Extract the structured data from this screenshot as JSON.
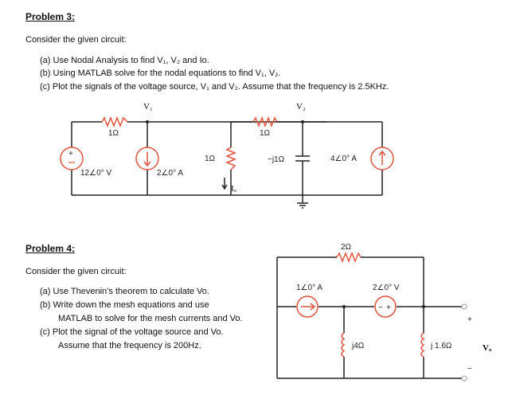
{
  "problem3": {
    "title": "Problem 3:",
    "intro": "Consider the given circuit:",
    "parts": [
      "(a)  Use Nodal Analysis to find V₁, V₂ and Io.",
      "(b)  Using MATLAB solve for the nodal equations to find V₁, V₂.",
      "(c)  Plot the signals of the voltage source, V₁ and V₂. Assume that the frequency is 2.5KHz."
    ],
    "circuit": {
      "node1": "V₁",
      "node2": "V₂",
      "r_top_left": "1Ω",
      "r_top_right": "1Ω",
      "r_mid": "1Ω",
      "capacitor": "−j1Ω",
      "vsource": "12∠0° V",
      "isource_left": "2∠0° A",
      "isource_right": "4∠0° A",
      "current": "Iₒ"
    }
  },
  "problem4": {
    "title": "Problem 4:",
    "intro": "Consider the given circuit:",
    "parts": [
      "(a)  Use Thevenin’s theorem to calculate Vo.",
      "(b)  Write down the mesh equations and use",
      "MATLAB to solve for the mesh currents and Vo.",
      "(c)  Plot the signal of the voltage source and Vo.",
      "Assume that the frequency is 200Hz."
    ],
    "circuit": {
      "r_top": "2Ω",
      "isource": "1∠0° A",
      "vsource": "2∠0° V",
      "inductor1": "j4Ω",
      "inductor2": "j 1.6Ω",
      "vo": "Vₒ",
      "plus": "+",
      "minus": "−"
    }
  },
  "colors": {
    "accent": "#e0533b",
    "wire": "#222222"
  }
}
